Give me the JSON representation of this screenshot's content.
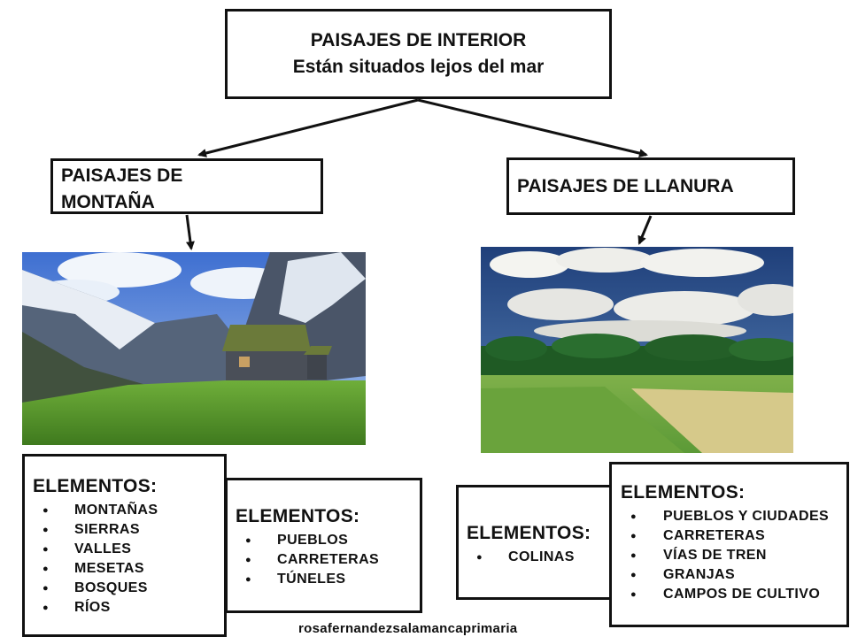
{
  "root": {
    "title": "PAISAJES DE INTERIOR",
    "subtitle": "Están situados lejos del mar"
  },
  "montana": {
    "title_line1": "PAISAJES DE",
    "title_line2": "MONTAÑA",
    "photo_icon": "mountain-cabin-photo",
    "elements_a": {
      "heading": "ELEMENTOS:",
      "items": [
        "MONTAÑAS",
        "SIERRAS",
        "VALLES",
        "MESETAS",
        "BOSQUES",
        "RÍOS"
      ]
    },
    "elements_b": {
      "heading": "ELEMENTOS:",
      "items": [
        "PUEBLOS",
        "CARRETERAS",
        "TÚNELES"
      ]
    }
  },
  "llanura": {
    "title": "PAISAJES DE LLANURA",
    "photo_icon": "plain-fields-photo",
    "elements_a": {
      "heading": "ELEMENTOS:",
      "items": [
        "COLINAS"
      ]
    },
    "elements_b": {
      "heading": "ELEMENTOS:",
      "items": [
        "PUEBLOS Y CIUDADES",
        "CARRETERAS",
        "VÍAS DE TREN",
        "GRANJAS",
        "CAMPOS DE CULTIVO"
      ]
    }
  },
  "credit": "rosafernandezsalamancaprimaria",
  "colors": {
    "border": "#111111",
    "background": "#ffffff"
  }
}
